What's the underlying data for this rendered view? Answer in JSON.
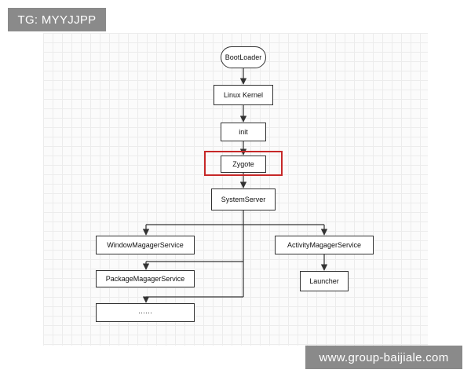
{
  "watermark_top": "TG: MYYJJPP",
  "watermark_bottom": "www.group-baijiale.com",
  "colors": {
    "highlight": "#c62828",
    "line": "#333333",
    "tag_bg": "#8a8a8a"
  },
  "nodes": {
    "bootloader": "BootLoader",
    "linux_kernel": "Linux Kernel",
    "init": "init",
    "zygote": "Zygote",
    "system_server": "SystemServer",
    "window_service": "WindowMagagerService",
    "package_service": "PackageMagagerService",
    "activity_service": "ActivityMagagerService",
    "launcher": "Launcher",
    "more": "······"
  }
}
